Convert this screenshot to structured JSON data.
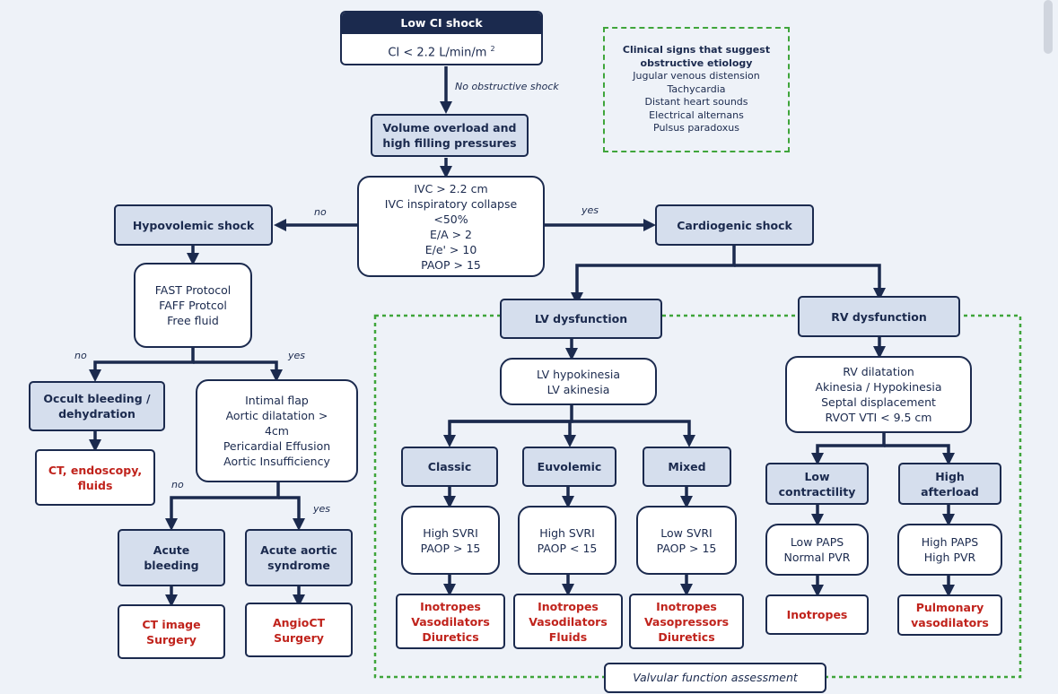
{
  "top": {
    "title": "Low CI shock",
    "value": "CI < 2.2 L/min/m",
    "sup": "2"
  },
  "labels": {
    "no_obstructive": "No obstructive shock",
    "no1": "no",
    "yes1": "yes",
    "no2": "no",
    "yes2": "yes",
    "no3": "no",
    "yes3": "yes"
  },
  "signs": {
    "title": [
      "Clinical signs that suggest",
      "obstructive etiology"
    ],
    "items": [
      "Jugular venous distension",
      "Tachycardia",
      "Distant heart sounds",
      "Electrical alternans",
      "Pulsus paradoxus"
    ]
  },
  "volume": [
    "Volume overload and",
    "high filling pressures"
  ],
  "criteria": [
    "IVC > 2.2 cm",
    "IVC inspiratory collapse",
    "<50%",
    "E/A > 2",
    "E/e' > 10",
    "PAOP > 15"
  ],
  "hypovolemic": [
    "Hypovolemic shock"
  ],
  "cardiogenic": [
    "Cardiogenic shock"
  ],
  "fast": [
    "FAST Protocol",
    "FAFF Protcol",
    "Free fluid"
  ],
  "occult": [
    "Occult bleeding /",
    "dehydration"
  ],
  "occult_tx": [
    "CT, endoscopy,",
    "fluids"
  ],
  "intimal": [
    "Intimal flap",
    "Aortic dilatation >",
    "4cm",
    "Pericardial Effusion",
    "Aortic Insufficiency"
  ],
  "acute_bleeding": [
    "Acute",
    "bleeding"
  ],
  "acute_bleeding_tx": [
    "CT image",
    "Surgery"
  ],
  "aortic_syndrome": [
    "Acute aortic",
    "syndrome"
  ],
  "aortic_syndrome_tx": [
    "AngioCT",
    "Surgery"
  ],
  "lv": [
    "LV dysfunction"
  ],
  "rv": [
    "RV dysfunction"
  ],
  "lv_findings": [
    "LV hypokinesia",
    "LV akinesia"
  ],
  "rv_findings": [
    "RV dilatation",
    "Akinesia / Hypokinesia",
    "Septal displacement",
    "RVOT VTI < 9.5 cm"
  ],
  "classic": [
    "Classic"
  ],
  "classic_info": [
    "High SVRI",
    "PAOP > 15"
  ],
  "classic_tx": [
    "Inotropes",
    "Vasodilators",
    "Diuretics"
  ],
  "euvolemic": [
    "Euvolemic"
  ],
  "euvolemic_info": [
    "High SVRI",
    "PAOP < 15"
  ],
  "euvolemic_tx": [
    "Inotropes",
    "Vasodilators",
    "Fluids"
  ],
  "mixed": [
    "Mixed"
  ],
  "mixed_info": [
    "Low SVRI",
    "PAOP > 15"
  ],
  "mixed_tx": [
    "Inotropes",
    "Vasopressors",
    "Diuretics"
  ],
  "low_contract": [
    "Low",
    "contractility"
  ],
  "low_contract_info": [
    "Low PAPS",
    "Normal PVR"
  ],
  "low_contract_tx": [
    "Inotropes"
  ],
  "high_afterload": [
    "High",
    "afterload"
  ],
  "high_afterload_info": [
    "High PAPS",
    "High PVR"
  ],
  "high_afterload_tx": [
    "Pulmonary",
    "vasodilators"
  ],
  "valvular": "Valvular function assessment",
  "colors": {
    "navy": "#1b2a4e",
    "header_fill": "#d5deed",
    "treatment_red": "#c0231c",
    "dashed_green": "#3fa53b"
  }
}
